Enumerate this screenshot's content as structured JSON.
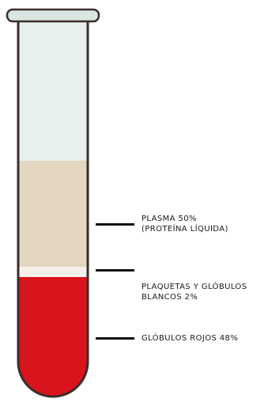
{
  "layers": [
    {
      "id": "plasma",
      "lines": [
        "PLASMA 50%",
        "(PROTEÍNA LÍQUIDA)"
      ],
      "color": "#e3d7c2"
    },
    {
      "id": "platelets",
      "lines": [
        "PLAQUETAS Y GLÓBULOS",
        "BLANCOS 2%"
      ],
      "color": "#f4f1ec"
    },
    {
      "id": "red-cells",
      "lines": [
        "GLÓBULOS ROJOS 48%"
      ],
      "color": "#d9141c"
    }
  ],
  "tube": {
    "glass_color": "#e7f0ec",
    "rim_color": "#d9e6e1",
    "outline_color": "#3a2e2a"
  }
}
